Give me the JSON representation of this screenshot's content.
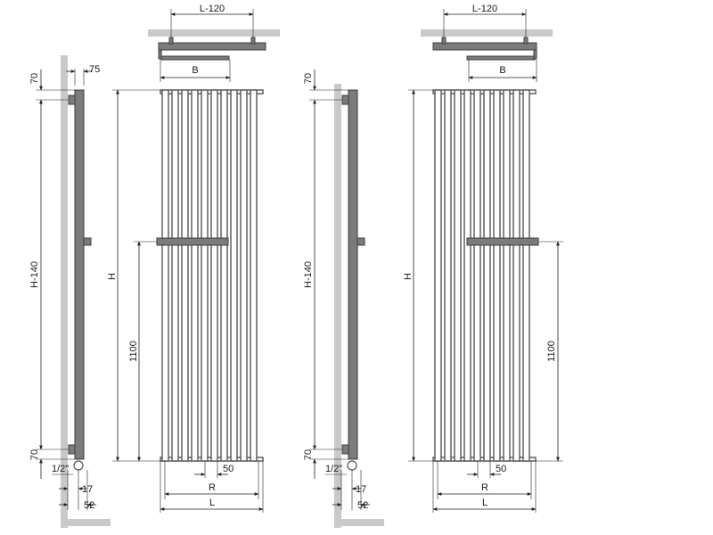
{
  "diagram": {
    "left_variant": {
      "top_view": {
        "label_bracket_spacing": "L-120",
        "label_width": "B"
      },
      "side_view": {
        "label_depth": "75",
        "label_top_offset": "70",
        "label_mount_span": "H-140",
        "label_bottom_offset": "70",
        "label_connection": "1/2\"",
        "label_pipe_offset": "17",
        "label_pipe_depth": "52"
      },
      "front_view": {
        "label_height": "H",
        "label_towel_bar_height": "1100",
        "label_pipe_gap": "50",
        "label_pipe_span": "R",
        "label_length": "L"
      }
    },
    "right_variant": {
      "top_view": {
        "label_bracket_spacing": "L-120",
        "label_width": "B"
      },
      "side_view": {
        "label_top_offset": "70",
        "label_mount_span": "H-140",
        "label_bottom_offset": "70",
        "label_connection": "1/2\"",
        "label_pipe_offset": "17",
        "label_pipe_depth": "52"
      },
      "front_view": {
        "label_height": "H",
        "label_towel_bar_height": "1100",
        "label_pipe_gap": "50",
        "label_pipe_span": "R",
        "label_length": "L"
      }
    }
  }
}
